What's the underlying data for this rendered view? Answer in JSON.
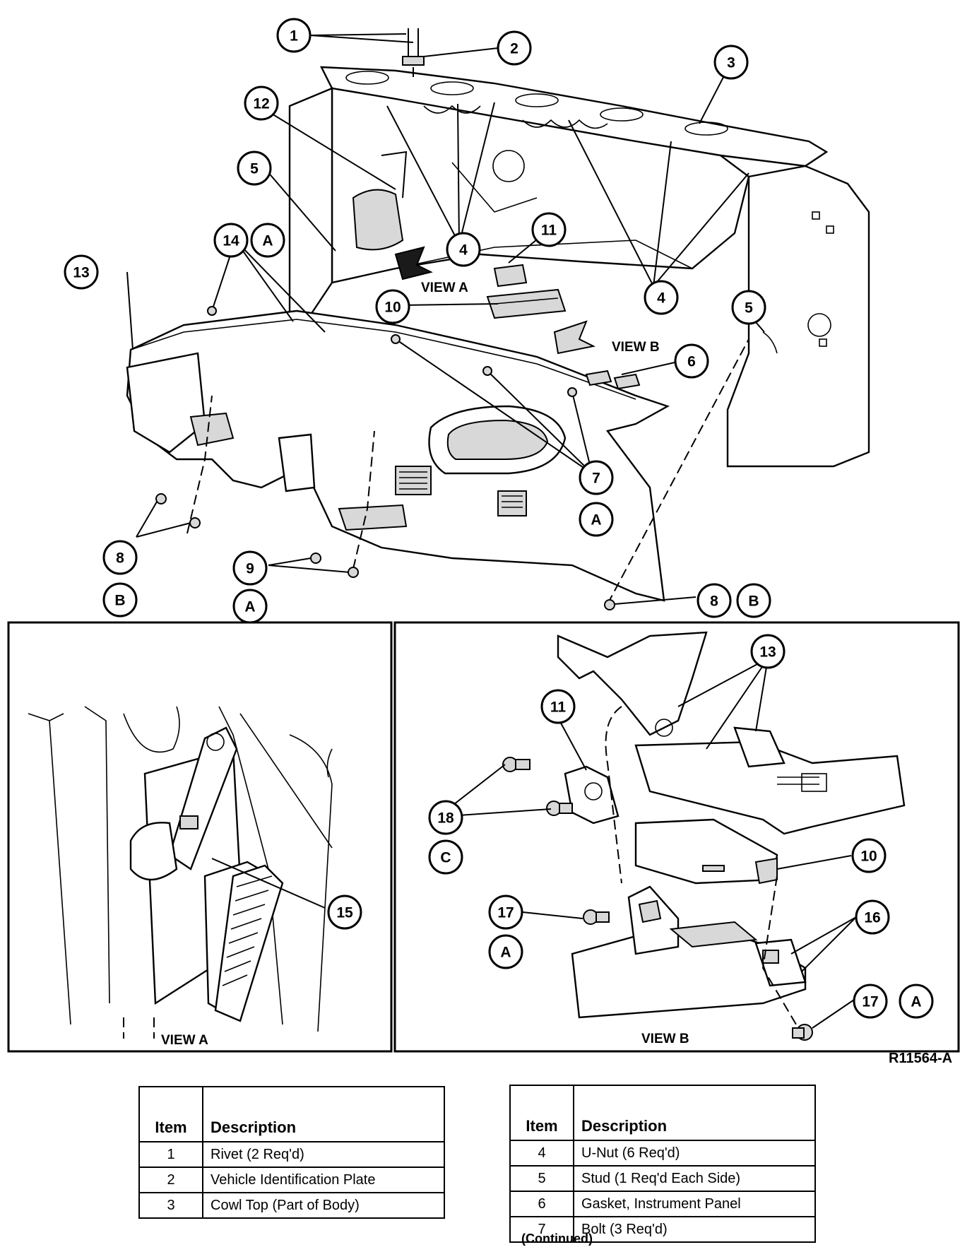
{
  "figure_id": "R11564-A",
  "continued_note": "(Continued)",
  "view_labels": {
    "view_a_arrow": "VIEW A",
    "view_b_arrow": "VIEW B",
    "view_a_panel": "VIEW A",
    "view_b_panel": "VIEW B"
  },
  "callouts": {
    "c1": "1",
    "c2": "2",
    "c3": "3",
    "c4a": "4",
    "c4b": "4",
    "c5a": "5",
    "c5b": "5",
    "c6": "6",
    "c7": "7",
    "c8a": "8",
    "c8b": "8",
    "c9": "9",
    "c10": "10",
    "c11": "11",
    "c12": "12",
    "c13": "13",
    "c14": "14",
    "ca1": "A",
    "ca2": "A",
    "ca3": "A",
    "cb1": "B",
    "cb2": "B",
    "v15": "15",
    "vb13": "13",
    "vb11": "11",
    "vb18": "18",
    "vbc": "C",
    "vb10": "10",
    "vb17a": "17",
    "vba1": "A",
    "vb16": "16",
    "vb17b": "17",
    "vba2": "A"
  },
  "legend_left": {
    "header_item": "Item",
    "header_desc": "Description",
    "rows": [
      {
        "item": "1",
        "desc": "Rivet (2 Req'd)"
      },
      {
        "item": "2",
        "desc": "Vehicle Identification Plate"
      },
      {
        "item": "3",
        "desc": "Cowl Top (Part of Body)"
      }
    ]
  },
  "legend_right": {
    "header_item": "Item",
    "header_desc": "Description",
    "rows": [
      {
        "item": "4",
        "desc": "U-Nut (6 Req'd)"
      },
      {
        "item": "5",
        "desc": "Stud (1 Req'd Each Side)"
      },
      {
        "item": "6",
        "desc": "Gasket, Instrument Panel"
      },
      {
        "item": "7",
        "desc": "Bolt (3 Req'd)"
      }
    ]
  }
}
